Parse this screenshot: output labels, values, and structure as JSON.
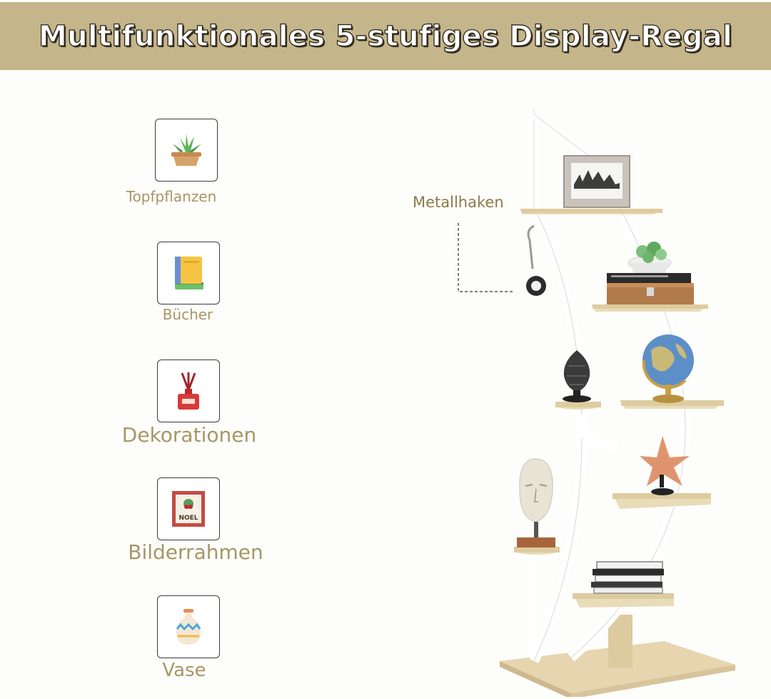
{
  "header": {
    "title": "Multifunktionales 5-stufiges Display-Regal"
  },
  "features": [
    {
      "label": "Topfpflanzen",
      "icon": "potted-plant-icon"
    },
    {
      "label": "Bücher",
      "icon": "books-icon"
    },
    {
      "label": "Dekorationen",
      "icon": "diffuser-icon"
    },
    {
      "label": "Bilderrahmen",
      "icon": "picture-frame-icon"
    },
    {
      "label": "Vase",
      "icon": "vase-icon"
    }
  ],
  "frame_icon_text": "NOEL",
  "callout": {
    "label": "Metallhaken"
  },
  "colors": {
    "banner": "#c4b58b",
    "label": "#a59766",
    "wood": "#e9dcb8",
    "frame": "#ffffff"
  }
}
